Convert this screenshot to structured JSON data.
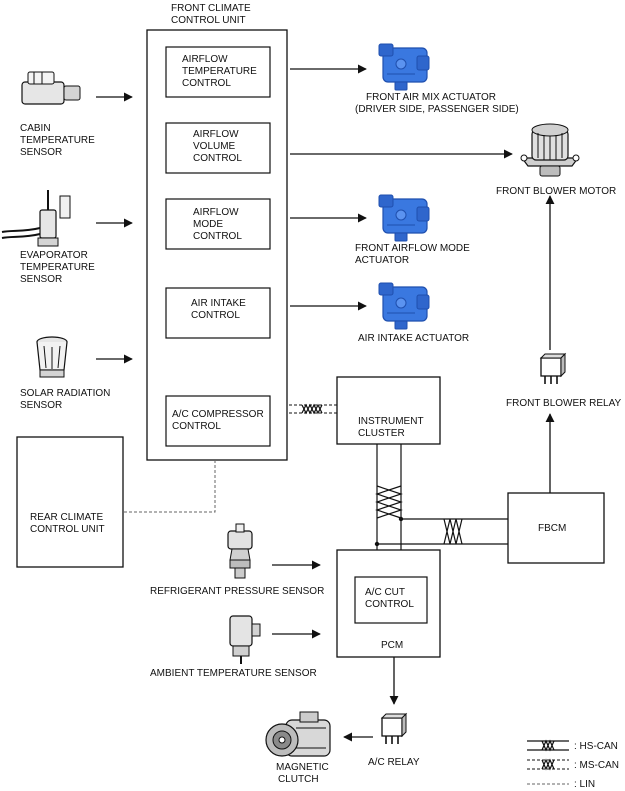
{
  "labels": {
    "fccu": [
      "FRONT CLIMATE",
      "CONTROL UNIT"
    ],
    "airflow_temp": [
      "AIRFLOW",
      "TEMPERATURE",
      "CONTROL"
    ],
    "airflow_volume": [
      "AIRFLOW",
      "VOLUME",
      "CONTROL"
    ],
    "airflow_mode": [
      "AIRFLOW",
      "MODE",
      "CONTROL"
    ],
    "air_intake": [
      "AIR INTAKE",
      "CONTROL"
    ],
    "ac_compressor": [
      "A/C COMPRESSOR",
      "CONTROL"
    ],
    "cabin_sensor": [
      "CABIN",
      "TEMPERATURE",
      "SENSOR"
    ],
    "evap_sensor": [
      "EVAPORATOR",
      "TEMPERATURE",
      "SENSOR"
    ],
    "solar_sensor": [
      "SOLAR RADIATION",
      "SENSOR"
    ],
    "air_mix_actuator": [
      "FRONT AIR MIX ACTUATOR",
      "(DRIVER SIDE, PASSENGER SIDE)"
    ],
    "blower_motor": [
      "FRONT BLOWER MOTOR"
    ],
    "airflow_mode_actuator": [
      "FRONT AIRFLOW MODE",
      "ACTUATOR"
    ],
    "air_intake_actuator": [
      "AIR INTAKE ACTUATOR"
    ],
    "blower_relay": [
      "FRONT BLOWER RELAY"
    ],
    "instrument_cluster": [
      "INSTRUMENT",
      "CLUSTER"
    ],
    "rccu": [
      "REAR CLIMATE",
      "CONTROL UNIT"
    ],
    "fbcm": [
      "FBCM"
    ],
    "ac_cut": [
      "A/C CUT",
      "CONTROL"
    ],
    "pcm": [
      "PCM"
    ],
    "refrigerant_sensor": [
      "REFRIGERANT PRESSURE SENSOR"
    ],
    "ambient_sensor": [
      "AMBIENT TEMPERATURE SENSOR"
    ],
    "ac_relay": [
      "A/C RELAY"
    ],
    "magnetic_clutch": [
      "MAGNETIC",
      "CLUTCH"
    ]
  },
  "legend": {
    "hs_can": ": HS-CAN",
    "ms_can": ": MS-CAN",
    "lin": ": LIN"
  },
  "colors": {
    "line": "#111111",
    "actuator_blue": "#3a78e0",
    "actuator_dark": "#1f4fae",
    "part_gray": "#c8c8c8"
  },
  "icons": {
    "actuator": "blue-actuator-icon",
    "sensor": "sensor-icon",
    "motor": "blower-motor-icon",
    "relay": "relay-icon",
    "compressor": "compressor-icon"
  }
}
